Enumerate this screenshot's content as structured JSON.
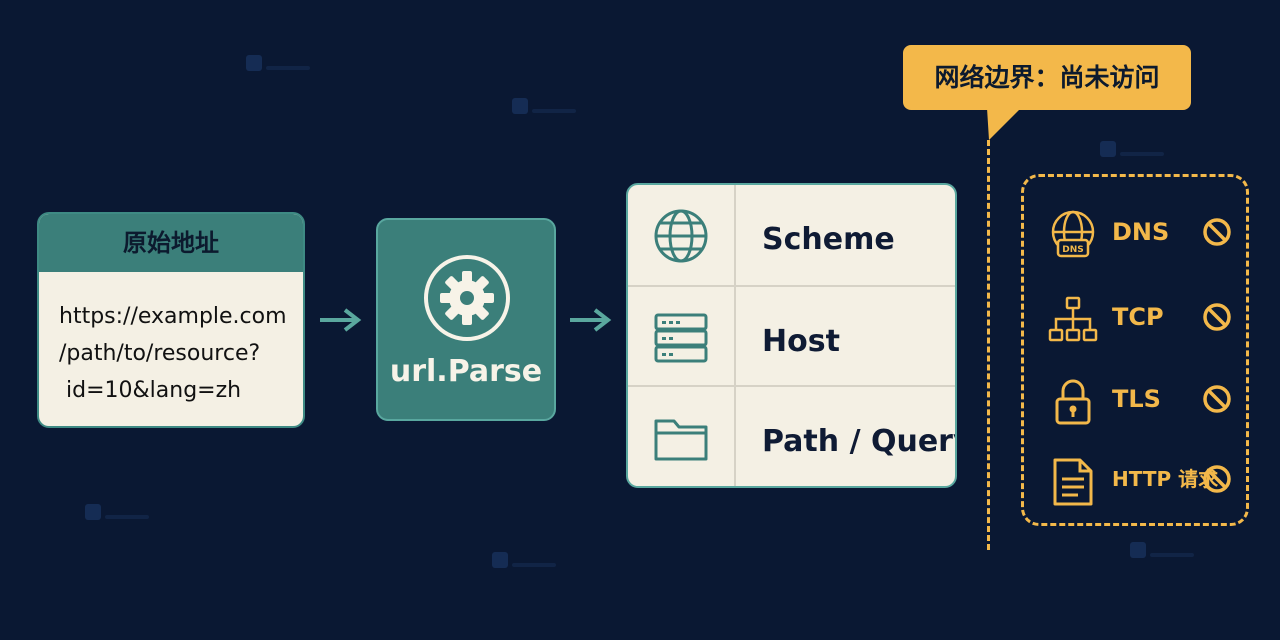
{
  "source": {
    "title": "原始地址",
    "lines": [
      "https://example.com",
      "/path/to/resource?",
      " id=10&lang=zh"
    ]
  },
  "parser": {
    "label": "url.Parse",
    "icon": "gear-icon"
  },
  "result": {
    "rows": [
      {
        "icon": "globe-icon",
        "label": "Scheme"
      },
      {
        "icon": "server-icon",
        "label": "Host"
      },
      {
        "icon": "folder-icon",
        "label": "Path / Query"
      }
    ]
  },
  "boundary": {
    "label": "网络边界：尚未访问"
  },
  "blocked": {
    "items": [
      {
        "icon": "dns-globe-icon",
        "label": "DNS"
      },
      {
        "icon": "network-tree-icon",
        "label": "TCP"
      },
      {
        "icon": "lock-icon",
        "label": "TLS"
      },
      {
        "icon": "document-icon",
        "label": "HTTP 请求"
      }
    ],
    "status_icon": "blocked-icon"
  },
  "colors": {
    "background": "#0a1833",
    "teal": "#3b7f7a",
    "cream": "#f4f0e4",
    "amber": "#f3b84a"
  }
}
